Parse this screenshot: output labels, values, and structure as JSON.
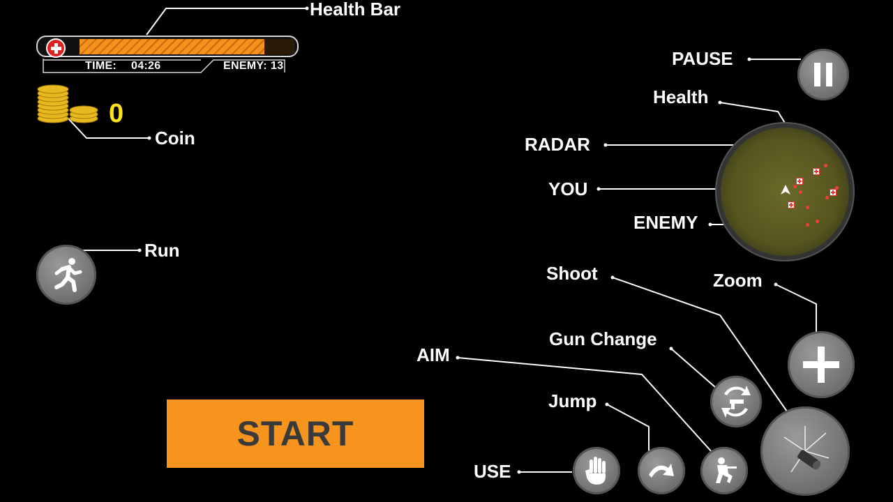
{
  "hud": {
    "health_percent": 86,
    "time_label": "TIME:",
    "time_value": "04:26",
    "enemy_label": "ENEMY:",
    "enemy_value": "13",
    "coin_value": "0"
  },
  "labels": {
    "health_bar": "Health Bar",
    "coin": "Coin",
    "run": "Run",
    "pause": "PAUSE",
    "health": "Health",
    "radar": "RADAR",
    "you": "YOU",
    "enemy": "ENEMY",
    "shoot": "Shoot",
    "zoom": "Zoom",
    "gun_change": "Gun Change",
    "aim": "AIM",
    "jump": "Jump",
    "use": "USE"
  },
  "start_button": {
    "label": "START"
  },
  "icons": {
    "health_icon": "medical-cross-icon",
    "coin_icon": "coin-stack-icon",
    "run_icon": "running-man-icon",
    "pause_icon": "pause-icon",
    "zoom_icon": "plus-icon",
    "gun_change_icon": "swap-gun-icon",
    "shoot_icon": "bullet-icon",
    "aim_icon": "crouching-soldier-icon",
    "jump_icon": "curved-arrow-icon",
    "use_icon": "hand-icon"
  },
  "colors": {
    "health_fill": "#f7941d",
    "start_bg": "#f7941d",
    "coin_text": "#ffe21a",
    "enemy_dot": "#ff3a3a"
  }
}
